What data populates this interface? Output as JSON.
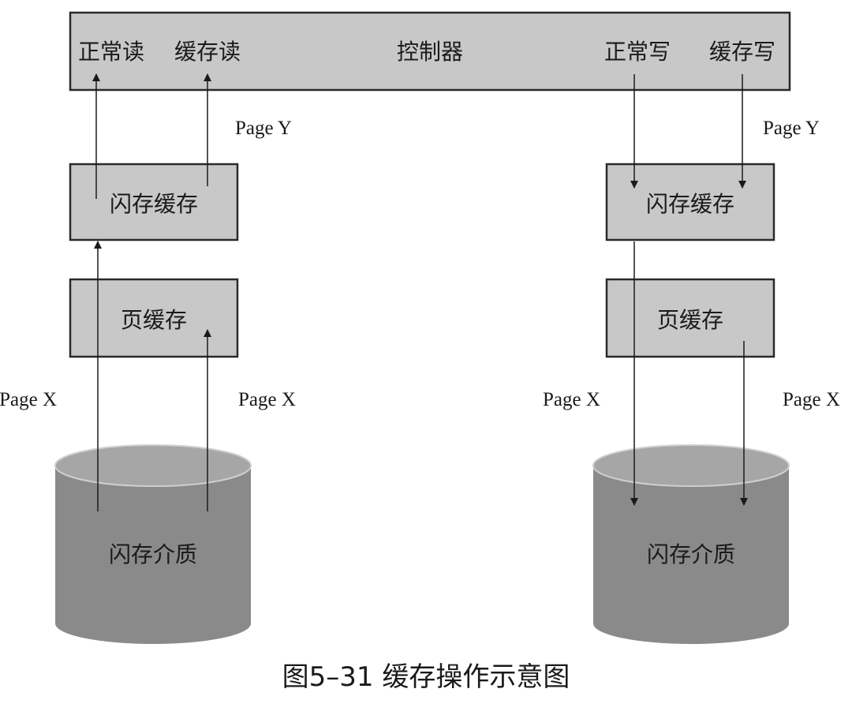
{
  "controller": {
    "normal_read": "正常读",
    "cached_read": "缓存读",
    "title": "控制器",
    "normal_write": "正常写",
    "cached_write": "缓存写"
  },
  "left": {
    "flash_cache": "闪存缓存",
    "page_cache": "页缓存",
    "medium": "闪存介质",
    "page_y": "Page Y",
    "page_x_outer": "Page X",
    "page_x_inner": "Page X"
  },
  "right": {
    "flash_cache": "闪存缓存",
    "page_cache": "页缓存",
    "medium": "闪存介质",
    "page_y": "Page Y",
    "page_x_inner": "Page X",
    "page_x_outer": "Page X"
  },
  "caption": "图5–31 缓存操作示意图"
}
